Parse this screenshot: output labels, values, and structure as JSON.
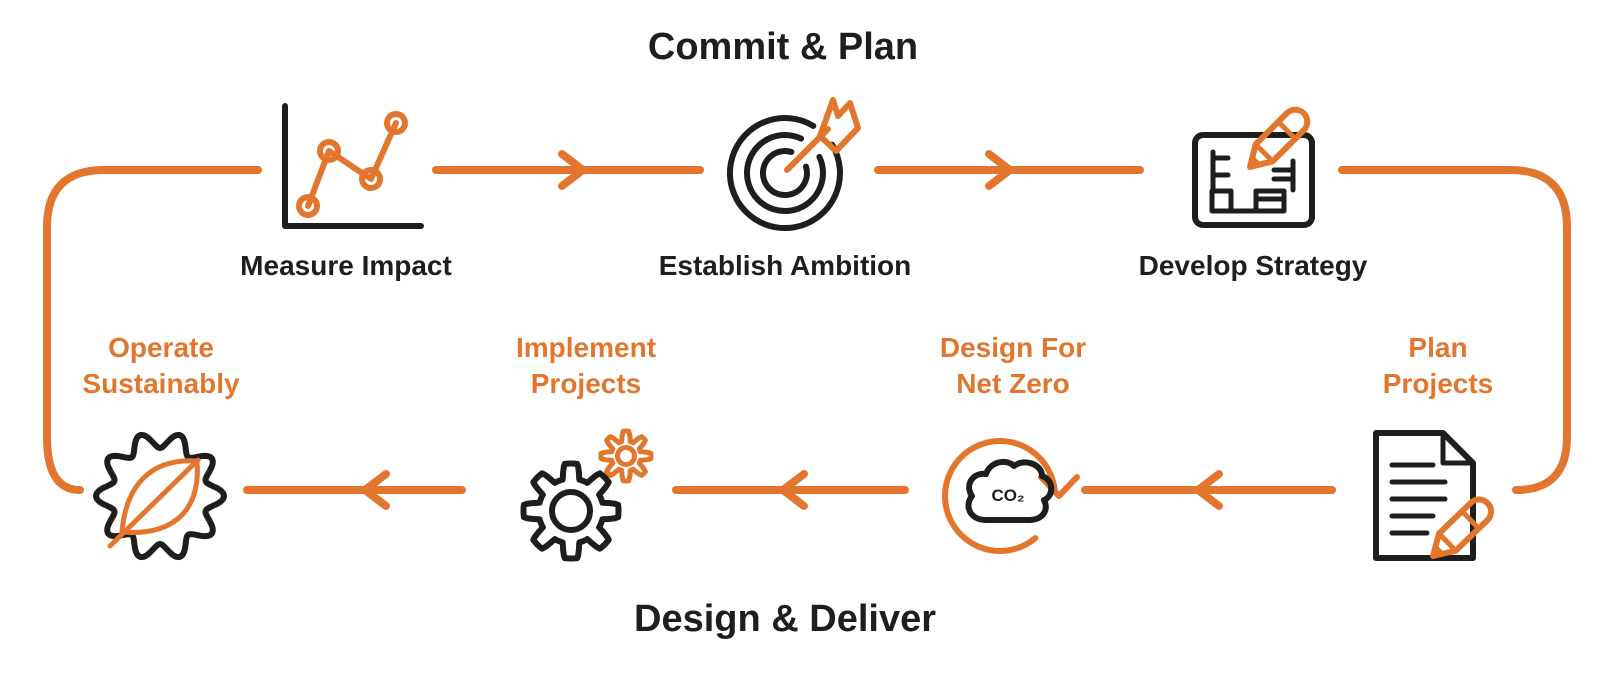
{
  "diagram": {
    "phase_top": "Commit & Plan",
    "phase_bottom": "Design & Deliver",
    "co2_label": "CO₂",
    "colors": {
      "accent": "#E2762E",
      "ink": "#1E1E1C",
      "background": "#FFFFFF"
    },
    "top_row": [
      {
        "label": "Measure Impact",
        "icon": "line-chart-icon"
      },
      {
        "label": "Establish Ambition",
        "icon": "target-arrow-icon"
      },
      {
        "label": "Develop Strategy",
        "icon": "blueprint-pencil-icon"
      }
    ],
    "bottom_row": [
      {
        "line1": "Plan",
        "line2": "Projects",
        "icon": "document-pencil-icon"
      },
      {
        "line1": "Design For",
        "line2": "Net Zero",
        "icon": "co2-cloud-cycle-icon"
      },
      {
        "line1": "Implement",
        "line2": "Projects",
        "icon": "gears-icon"
      },
      {
        "line1": "Operate",
        "line2": "Sustainably",
        "icon": "leaf-gear-icon"
      }
    ]
  }
}
